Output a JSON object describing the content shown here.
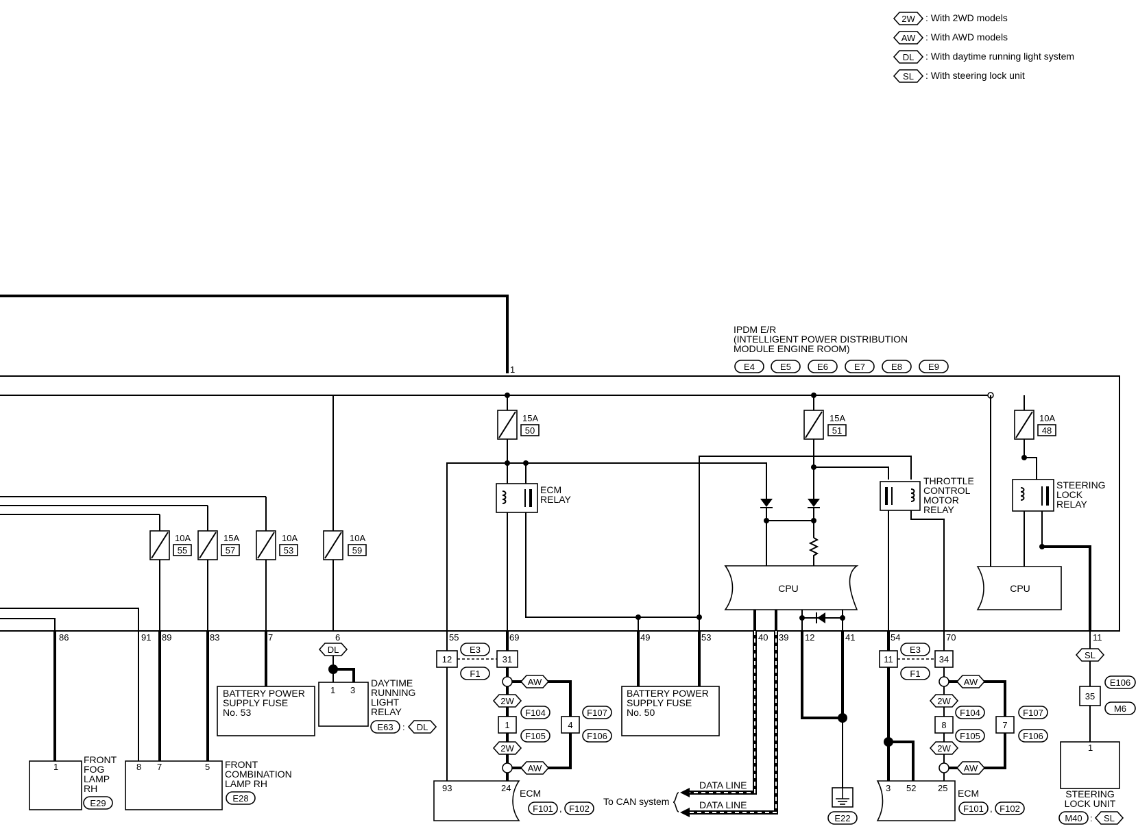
{
  "legend": {
    "items": [
      {
        "code": "2W",
        "text": ": With 2WD models"
      },
      {
        "code": "AW",
        "text": ": With AWD models"
      },
      {
        "code": "DL",
        "text": ": With daytime running light system"
      },
      {
        "code": "SL",
        "text": ": With steering lock unit"
      }
    ]
  },
  "ipdm": {
    "line1": "IPDM E/R",
    "line2": "(INTELLIGENT POWER DISTRIBUTION",
    "line3": " MODULE ENGINE ROOM)",
    "connectors": [
      "E4",
      "E5",
      "E6",
      "E7",
      "E8",
      "E9"
    ],
    "top_pin": "1",
    "cpu_left": "CPU",
    "cpu_right": "CPU"
  },
  "fuses": [
    {
      "amp": "15A",
      "num": "50"
    },
    {
      "amp": "15A",
      "num": "51"
    },
    {
      "amp": "10A",
      "num": "48"
    },
    {
      "amp": "10A",
      "num": "55"
    },
    {
      "amp": "15A",
      "num": "57"
    },
    {
      "amp": "10A",
      "num": "53"
    },
    {
      "amp": "10A",
      "num": "59"
    }
  ],
  "relays": {
    "ecm": [
      "ECM",
      "RELAY"
    ],
    "throttle": [
      "THROTTLE",
      "CONTROL",
      "MOTOR",
      "RELAY"
    ],
    "steering": [
      "STEERING",
      "LOCK",
      "RELAY"
    ]
  },
  "bottom_pins": [
    "86",
    "91",
    "89",
    "83",
    "7",
    "6",
    "55",
    "69",
    "49",
    "53",
    "40",
    "39",
    "12",
    "41",
    "54",
    "70",
    "11"
  ],
  "components": {
    "fog_lamp": {
      "lines": [
        "FRONT",
        "FOG",
        "LAMP",
        "RH"
      ],
      "pin": "1",
      "conn": "E29"
    },
    "comb_lamp": {
      "lines": [
        "FRONT",
        "COMBINATION",
        "LAMP RH"
      ],
      "pins": [
        "8",
        "7",
        "5"
      ],
      "conn": "E28"
    },
    "fuse53_box": [
      "BATTERY POWER",
      "SUPPLY FUSE",
      "No. 53"
    ],
    "drl_relay": {
      "lines": [
        "DAYTIME",
        "RUNNING",
        "LIGHT",
        "RELAY"
      ],
      "pins": [
        "1",
        "3"
      ],
      "conn": "E63",
      "opt": "DL"
    },
    "fuse50_box": [
      "BATTERY POWER",
      "SUPPLY FUSE",
      "No. 50"
    ],
    "ecm_left": {
      "label": "ECM",
      "pins": [
        "93",
        "24"
      ],
      "conns": [
        "F101",
        "F102"
      ]
    },
    "ecm_right": {
      "label": "ECM",
      "pins": [
        "3",
        "52",
        "25"
      ],
      "conns": [
        "F101",
        "F102"
      ]
    },
    "ground": "E22",
    "steering_lock_unit": {
      "lines": [
        "STEERING",
        "LOCK UNIT"
      ],
      "pin": "1",
      "conn": "M40",
      "opt": "SL"
    }
  },
  "joint_left": {
    "pin_a": "12",
    "pin_b": "31",
    "conn_a": "E3",
    "conn_b": "F1",
    "pin_2w": "1",
    "pin_aw": "4",
    "c1": "F104",
    "c2": "F105",
    "c3": "F107",
    "c4": "F106"
  },
  "joint_right": {
    "pin_a": "11",
    "pin_b": "34",
    "conn_a": "E3",
    "conn_b": "F1",
    "pin_2w": "8",
    "pin_aw": "7",
    "c1": "F104",
    "c2": "F105",
    "c3": "F107",
    "c4": "F106"
  },
  "sl_joint": {
    "pin": "35",
    "conn_a": "E106",
    "conn_b": "M6"
  },
  "can": {
    "to": "To CAN system",
    "line1": "DATA LINE",
    "line2": "DATA LINE"
  },
  "opt_codes": {
    "aw": "AW",
    "w2": "2W",
    "dl": "DL",
    "sl": "SL"
  }
}
